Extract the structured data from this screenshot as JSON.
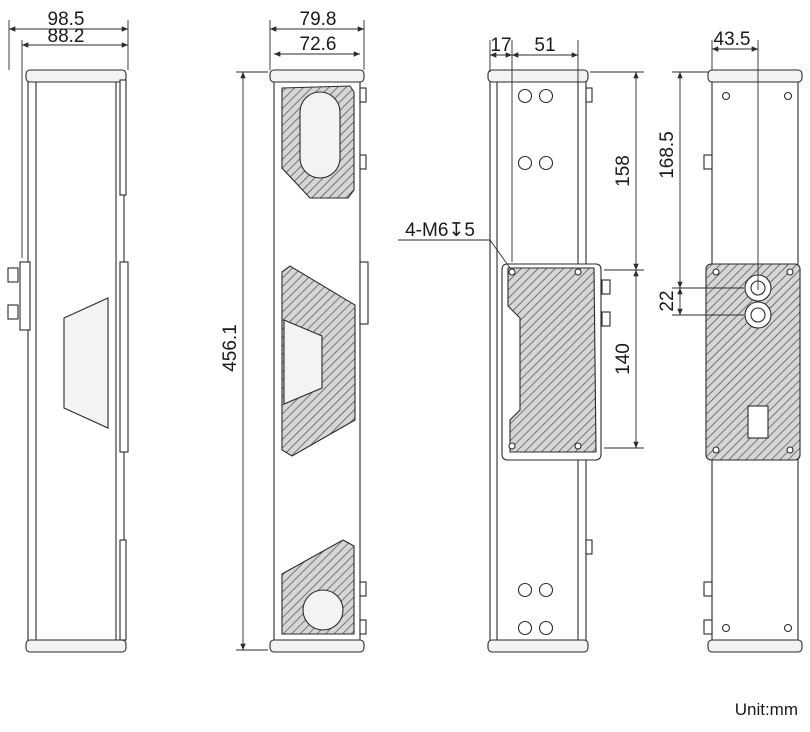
{
  "views": {
    "side_left": {
      "dims": {
        "overall_width": "98.5",
        "body_width": "88.2"
      }
    },
    "front": {
      "dims": {
        "overall_width": "79.8",
        "body_width": "72.6",
        "height": "456.1"
      }
    },
    "back": {
      "dims": {
        "left_offset": "17",
        "hole_spacing": "51",
        "vertical_to_plate": "158",
        "plate_height": "140"
      },
      "callout": "4-M6↧5"
    },
    "side_right": {
      "dims": {
        "width": "43.5",
        "height_to_connector": "168.5",
        "connector_spacing": "22"
      }
    }
  },
  "footer": {
    "unit_label": "Unit:mm"
  },
  "colors": {
    "line": "#2b2b2b",
    "hatch_fill": "#c8c8c8",
    "window_fill": "#efefef"
  }
}
